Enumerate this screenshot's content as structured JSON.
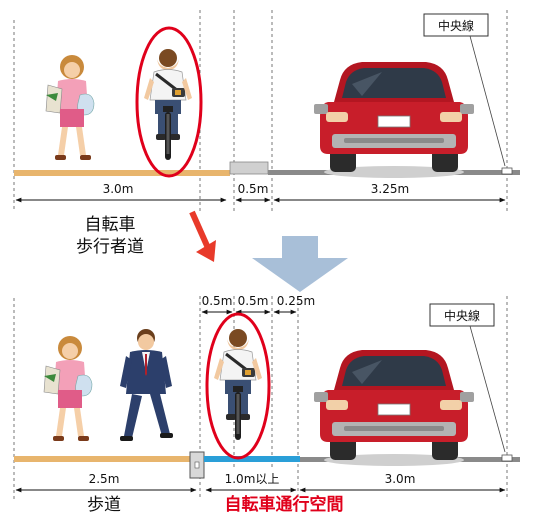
{
  "top": {
    "center_line_label": "中央線",
    "dims": [
      "3.0m",
      "0.5m",
      "3.25m"
    ],
    "zone_label_line1": "自転車",
    "zone_label_line2": "歩行者道"
  },
  "bottom": {
    "center_line_label": "中央線",
    "top_dims": [
      "0.5m",
      "0.5m",
      "0.25m"
    ],
    "dims": [
      "2.5m",
      "1.0m以上",
      "3.0m"
    ],
    "sidewalk_label": "歩道",
    "bike_space_label": "自転車通行空間"
  },
  "colors": {
    "sidewalk": "#e8b56d",
    "road": "#8a8a8a",
    "bike_lane": "#2a9fd8",
    "ellipse": "#e0001b",
    "arrow_red": "#e83a2a",
    "arrow_blue": "#a8bfd8",
    "car_body": "#c81e2a"
  }
}
